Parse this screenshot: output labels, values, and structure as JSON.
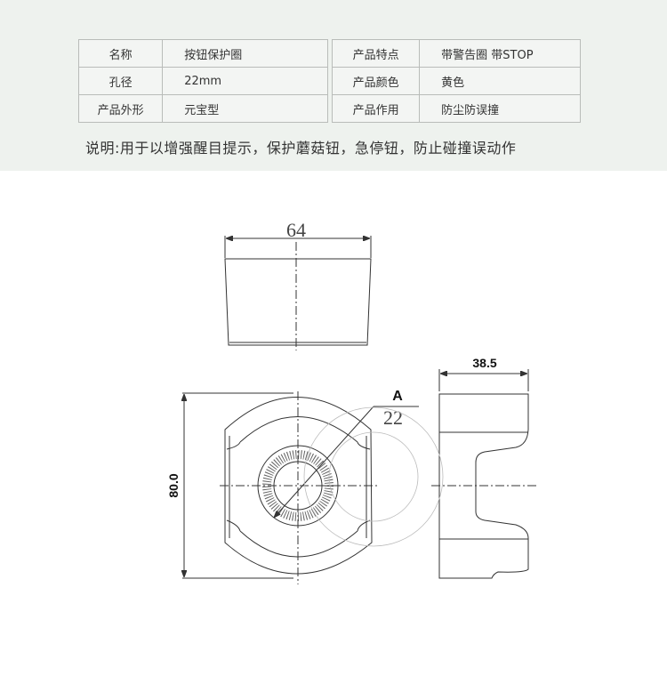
{
  "specs_left": [
    {
      "label": "名称",
      "value": "按钮保护圈"
    },
    {
      "label": "孔径",
      "value": "22mm"
    },
    {
      "label": "产品外形",
      "value": "元宝型"
    }
  ],
  "specs_right": [
    {
      "label": "产品特点",
      "value": "带警告圈 带STOP"
    },
    {
      "label": "产品颜色",
      "value": "黄色"
    },
    {
      "label": "产品作用",
      "value": "防尘防误撞"
    }
  ],
  "note": "说明:用于以增强醒目提示，保护蘑菇钮，急停钮，防止碰撞误动作",
  "drawing": {
    "width_dim": "64",
    "height_dim": "80.0",
    "depth_dim": "38.5",
    "detail_label": "A",
    "hole_dim": "22"
  }
}
